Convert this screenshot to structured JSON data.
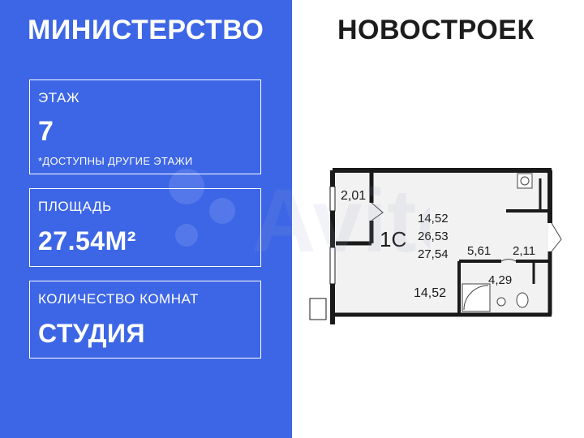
{
  "header": {
    "left_title": "МИНИСТЕРСТВО",
    "right_title": "НОВОСТРОЕК"
  },
  "cards": {
    "floor": {
      "label": "ЭТАЖ",
      "value": "7",
      "note": "*ДОСТУПНЫ ДРУГИЕ ЭТАЖИ"
    },
    "area": {
      "label": "ПЛОЩАДЬ",
      "value": "27.54М²"
    },
    "rooms": {
      "label": "КОЛИЧЕСТВО КОМНАТ",
      "value": "СТУДИЯ"
    }
  },
  "floor_plan": {
    "type_label": "1С",
    "living_area": "14,52",
    "total_area_no_balcony": "26,53",
    "total_area": "27,54",
    "loggia_area": "2,01",
    "room_area": "14,52",
    "hall_area": "5,61",
    "bath_area": "4,29",
    "closet_area": "2,11"
  },
  "colors": {
    "panel_blue": "#3d66e6",
    "text_dark": "#1c1c1c",
    "white": "#ffffff",
    "floor_fill": "#f2f2f2",
    "wall": "#1a1a1a"
  },
  "watermark": "Avito"
}
